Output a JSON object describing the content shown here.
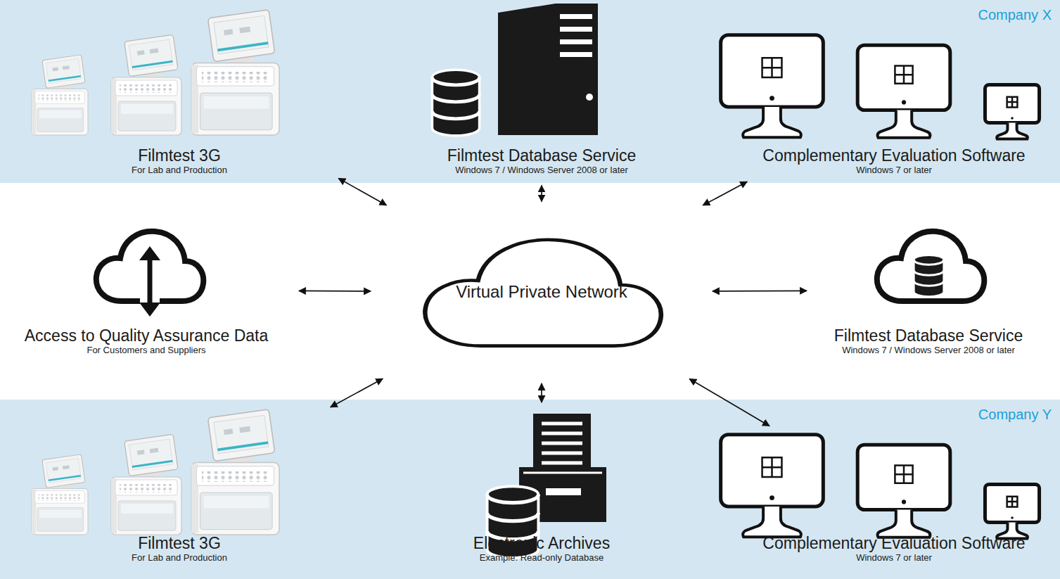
{
  "diagram": {
    "nodes": [
      {
        "text": [
          "Company X"
        ]
      },
      {
        "text": [
          "Filmtest 3G",
          "For Lab and Production"
        ],
        "in": 0
      },
      {
        "text": [
          "Filmtest Database Service",
          "Windows 7 / Windows Server 2008 or later"
        ],
        "in": 0
      },
      {
        "text": [
          "Complementary Evaluation Software",
          "Windows 7 or later"
        ],
        "in": 0
      },
      {
        "text": [
          "Access to Quality Assurance Data",
          "For Customers and Suppliers"
        ]
      },
      {
        "text": [
          "Virtual Private Network"
        ]
      },
      {
        "text": [
          "Filmtest Database Service",
          "Windows 7 / Windows Server 2008 or later"
        ]
      },
      {
        "text": [
          "Company Y"
        ]
      },
      {
        "text": [
          "Filmtest 3G",
          "For Lab and Production"
        ],
        "in": 7
      },
      {
        "text": [
          "Electronic Archives",
          "Example: Read-only Database"
        ],
        "in": 7
      },
      {
        "text": [
          "Complementary Evaluation Software",
          "Windows 7 or later"
        ],
        "in": 7
      }
    ],
    "edges": [
      {
        "from": 1,
        "to": 5,
        "arrow": "both"
      },
      {
        "from": 2,
        "to": 5,
        "arrow": "both"
      },
      {
        "from": 3,
        "to": 5,
        "arrow": "both"
      },
      {
        "from": 4,
        "to": 5,
        "arrow": "both"
      },
      {
        "from": 6,
        "to": 5,
        "arrow": "both"
      },
      {
        "from": 8,
        "to": 5,
        "arrow": "both"
      },
      {
        "from": 9,
        "to": 5,
        "arrow": "both"
      },
      {
        "from": 10,
        "to": 5,
        "arrow": "both"
      }
    ]
  }
}
